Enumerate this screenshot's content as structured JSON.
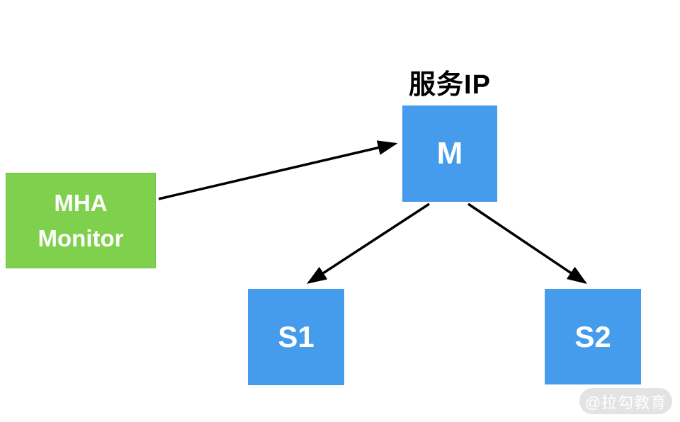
{
  "diagram": {
    "title": "服务IP",
    "nodes": {
      "monitor": {
        "label_lines": [
          "MHA",
          "Monitor"
        ],
        "color": "#7ed04d",
        "text_color": "#ffffff"
      },
      "master": {
        "label": "M",
        "color": "#459cec",
        "text_color": "#ffffff"
      },
      "slave1": {
        "label": "S1",
        "color": "#459cec",
        "text_color": "#ffffff"
      },
      "slave2": {
        "label": "S2",
        "color": "#459cec",
        "text_color": "#ffffff"
      }
    },
    "edges": [
      {
        "from": "MHA Monitor",
        "to": "M"
      },
      {
        "from": "M",
        "to": "S1"
      },
      {
        "from": "M",
        "to": "S2"
      }
    ],
    "arrow_color": "#000000",
    "background_color": "#ffffff",
    "watermark": {
      "text": "@拉勾教育",
      "bg": "#e3e3e3",
      "text_color": "#ffffff"
    }
  }
}
